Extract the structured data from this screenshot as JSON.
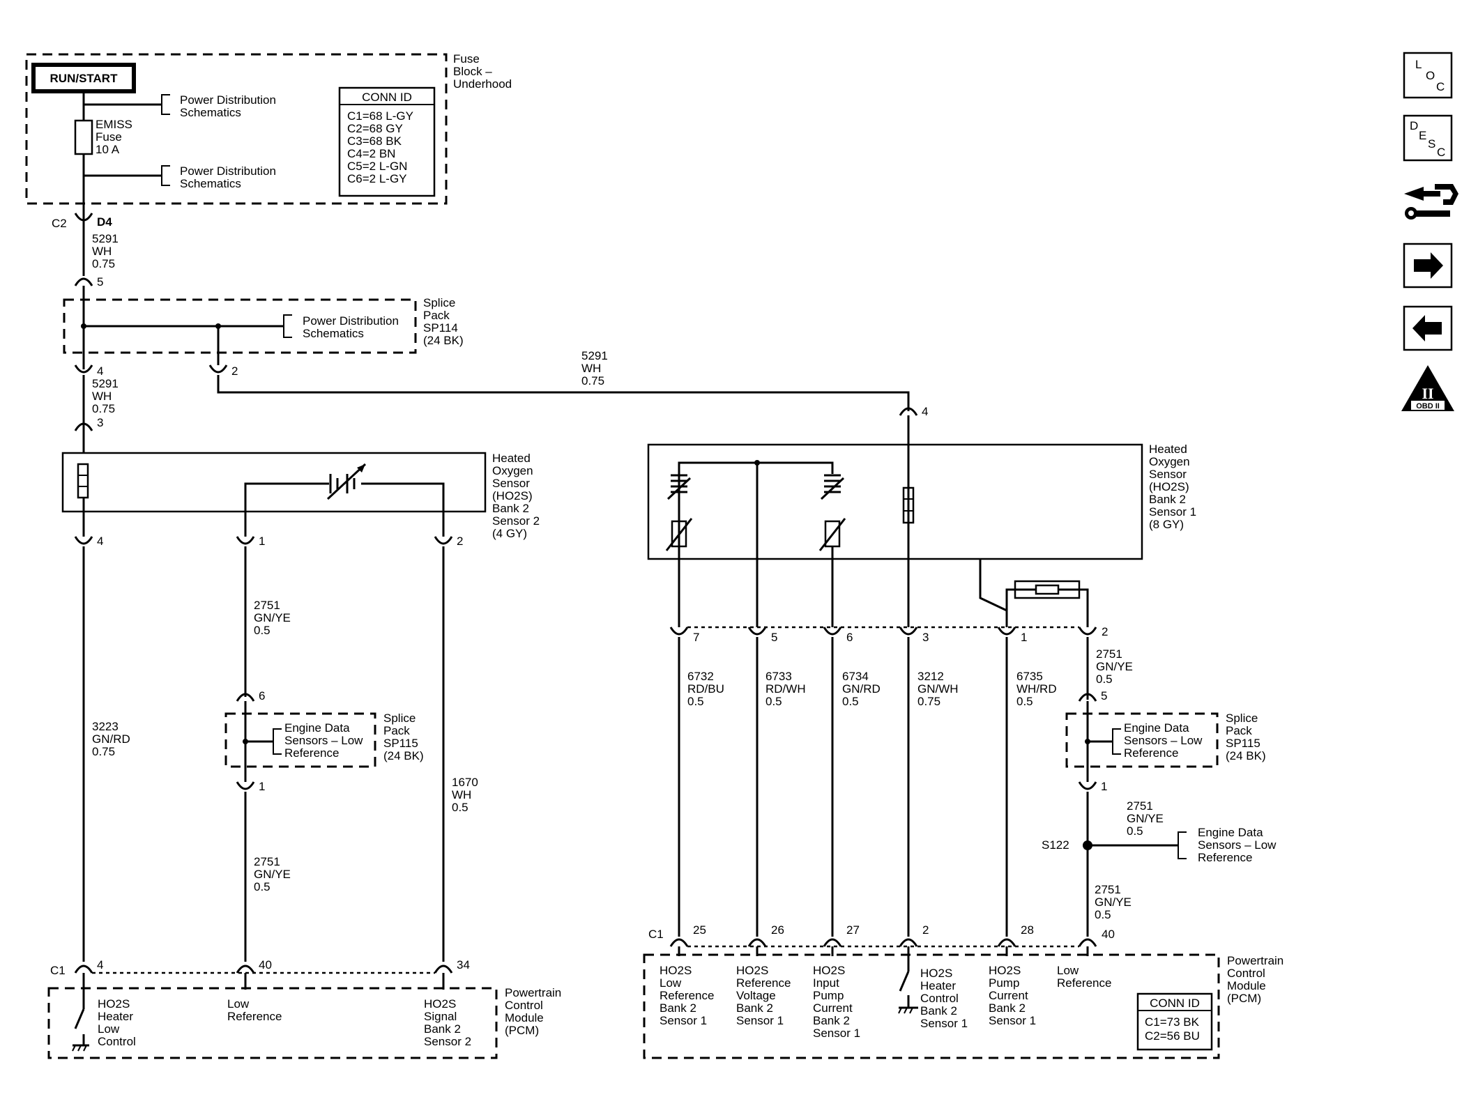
{
  "fuse_block": {
    "run_start": "RUN/START",
    "title": [
      "Fuse",
      "Block –",
      "Underhood"
    ],
    "pds_top": [
      "Power Distribution",
      "Schematics"
    ],
    "pds_bottom": [
      "Power Distribution",
      "Schematics"
    ],
    "fuse": [
      "EMISS",
      "Fuse",
      "10 A"
    ],
    "conn_id_title": "CONN ID",
    "conn_ids": [
      "C1=68 L-GY",
      "C2=68 GY",
      "C3=68 BK",
      "C4=2 BN",
      "C5=2 L-GN",
      "C6=2 L-GY"
    ]
  },
  "connector_c2": {
    "conn": "C2",
    "pin": "D4"
  },
  "wire_5291_a": [
    "5291",
    "WH",
    "0.75"
  ],
  "wire_5291_b": [
    "5291",
    "WH",
    "0.75"
  ],
  "wire_5291_c": [
    "5291",
    "WH",
    "0.75"
  ],
  "splice_sp114": {
    "title": [
      "Splice",
      "Pack",
      "SP114",
      "(24 BK)"
    ],
    "pds": [
      "Power Distribution",
      "Schematics"
    ],
    "pin_in": "5",
    "pin_out_a": "4",
    "pin_out_b": "2"
  },
  "sensor_2": {
    "title": [
      "Heated",
      "Oxygen",
      "Sensor",
      "(HO2S)",
      "Bank 2",
      "Sensor 2",
      "(4 GY)"
    ],
    "pin_top": "3",
    "pins": [
      "4",
      "1",
      "2"
    ]
  },
  "sensor_1": {
    "title": [
      "Heated",
      "Oxygen",
      "Sensor",
      "(HO2S)",
      "Bank 2",
      "Sensor 1",
      "(8 GY)"
    ],
    "pin_top": "4",
    "pins": [
      "7",
      "5",
      "6",
      "3",
      "1",
      "2"
    ]
  },
  "wires_left": {
    "w3223": [
      "3223",
      "GN/RD",
      "0.75"
    ],
    "w2751_a": [
      "2751",
      "GN/YE",
      "0.5"
    ],
    "w2751_b": [
      "2751",
      "GN/YE",
      "0.5"
    ],
    "w1670": [
      "1670",
      "WH",
      "0.5"
    ]
  },
  "splice_sp115_left": {
    "title": [
      "Splice",
      "Pack",
      "SP115",
      "(24 BK)"
    ],
    "ref": [
      "Engine Data",
      "Sensors – Low",
      "Reference"
    ],
    "pin_in": "6",
    "pin_out": "1"
  },
  "wires_right": {
    "w6732": [
      "6732",
      "RD/BU",
      "0.5"
    ],
    "w6733": [
      "6733",
      "RD/WH",
      "0.5"
    ],
    "w6734": [
      "6734",
      "GN/RD",
      "0.5"
    ],
    "w3212": [
      "3212",
      "GN/WH",
      "0.75"
    ],
    "w6735": [
      "6735",
      "WH/RD",
      "0.5"
    ],
    "w2751_c": [
      "2751",
      "GN/YE",
      "0.5"
    ],
    "w2751_d": [
      "2751",
      "GN/YE",
      "0.5"
    ],
    "w2751_e": [
      "2751",
      "GN/YE",
      "0.5"
    ]
  },
  "splice_sp115_right": {
    "title": [
      "Splice",
      "Pack",
      "SP115",
      "(24 BK)"
    ],
    "ref": [
      "Engine Data",
      "Sensors – Low",
      "Reference"
    ],
    "pin_in": "5",
    "pin_out": "1"
  },
  "s122": {
    "label": "S122",
    "ref": [
      "Engine Data",
      "Sensors – Low",
      "Reference"
    ]
  },
  "pcm_left": {
    "conn": "C1",
    "pins": [
      "4",
      "40",
      "34"
    ],
    "title": [
      "Powertrain",
      "Control",
      "Module",
      "(PCM)"
    ],
    "funcs": [
      [
        "HO2S",
        "Heater",
        "Low",
        "Control"
      ],
      [
        "Low",
        "Reference"
      ],
      [
        "HO2S",
        "Signal",
        "Bank 2",
        "Sensor 2"
      ]
    ]
  },
  "pcm_right": {
    "conn": "C1",
    "pins": [
      "25",
      "26",
      "27",
      "2",
      "28",
      "40"
    ],
    "title": [
      "Powertrain",
      "Control",
      "Module",
      "(PCM)"
    ],
    "funcs": [
      [
        "HO2S",
        "Low",
        "Reference",
        "Bank 2",
        "Sensor 1"
      ],
      [
        "HO2S",
        "Reference",
        "Voltage",
        "Bank 2",
        "Sensor 1"
      ],
      [
        "HO2S",
        "Input",
        "Pump",
        "Current",
        "Bank 2",
        "Sensor 1"
      ],
      [
        "HO2S",
        "Heater",
        "Control",
        "Bank 2",
        "Sensor 1"
      ],
      [
        "HO2S",
        "Pump",
        "Current",
        "Bank 2",
        "Sensor 1"
      ],
      [
        "Low",
        "Reference"
      ]
    ],
    "conn_id_title": "CONN ID",
    "conn_ids": [
      "C1=73 BK",
      "C2=56 BU"
    ]
  },
  "sidebar": {
    "loc": [
      "L",
      "O",
      "C"
    ],
    "desc": [
      "D",
      "E",
      "S",
      "C"
    ],
    "obd": "OBD II",
    "obd_roman": "II"
  }
}
